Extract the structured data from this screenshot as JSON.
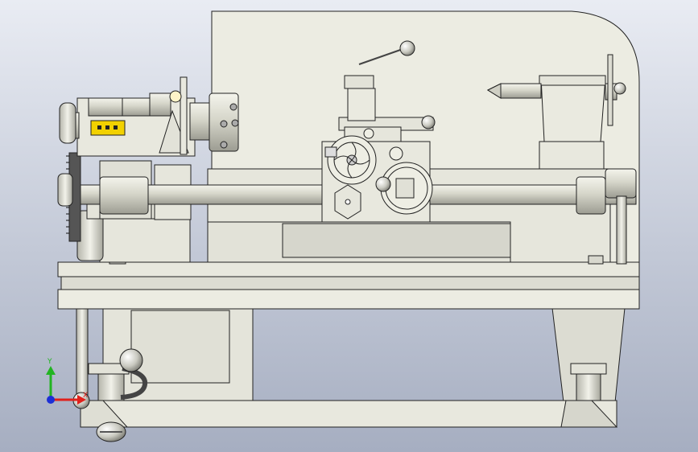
{
  "viewport": {
    "background_top": "#e9ecf3",
    "background_bottom": "#a6aec1",
    "part_fill": "#ecece2",
    "part_fill_shade": "#d8d8cc",
    "edge_color": "#222222"
  },
  "triad": {
    "x_label": "X",
    "y_label": "Y",
    "x_color": "#e0201b",
    "y_color": "#22b422",
    "z_color": "#1c2fd6"
  },
  "headstock_label_color": "#f2d100",
  "model_parts": [
    "lathe-bed",
    "headstock-housing",
    "tailstock",
    "carriage-apron",
    "lead-screw",
    "gear-train",
    "lathe-stand"
  ]
}
